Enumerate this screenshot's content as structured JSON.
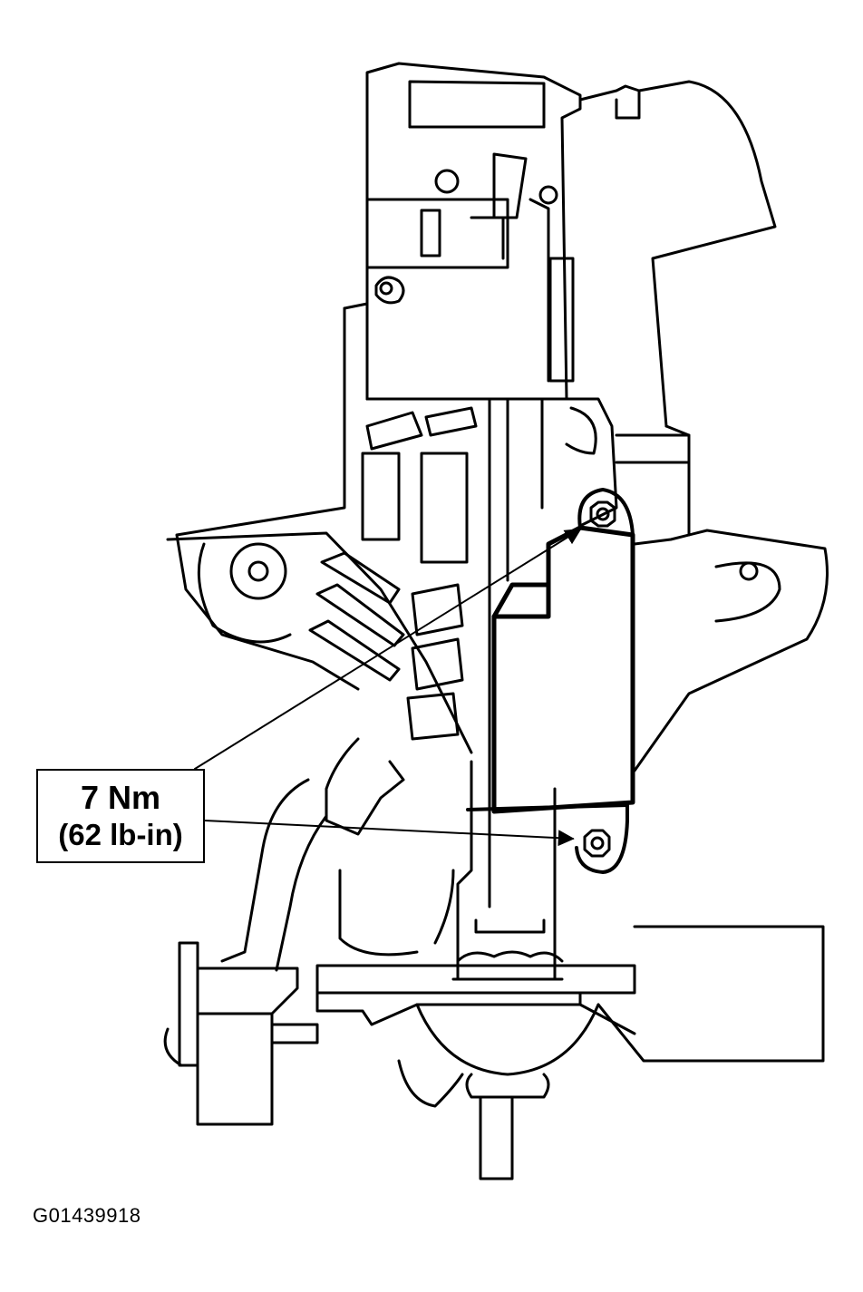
{
  "callout": {
    "torque_metric": "7 Nm",
    "torque_imperial": "(62 lb-in)"
  },
  "figure_id": "G01439918",
  "colors": {
    "line": "#000000",
    "background": "#ffffff"
  },
  "icons": [
    "bolt-icon",
    "arrowhead-icon"
  ]
}
